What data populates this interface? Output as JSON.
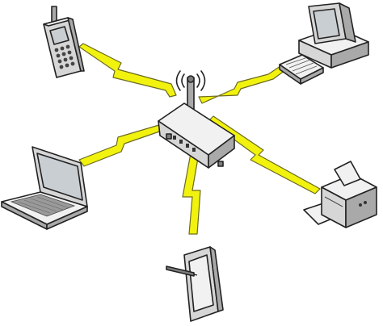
{
  "diagram": {
    "type": "wireless-network-star",
    "hub": {
      "name": "wireless-router",
      "icon": "router-icon"
    },
    "devices": [
      {
        "name": "cell-phone",
        "icon": "cell-phone-icon"
      },
      {
        "name": "desktop-computer",
        "icon": "desktop-computer-icon"
      },
      {
        "name": "laptop",
        "icon": "laptop-icon"
      },
      {
        "name": "printer",
        "icon": "printer-icon"
      },
      {
        "name": "tablet",
        "icon": "tablet-stylus-icon"
      }
    ],
    "links": [
      {
        "from": "wireless-router",
        "to": "cell-phone",
        "style": "lightning-bolt"
      },
      {
        "from": "wireless-router",
        "to": "desktop-computer",
        "style": "lightning-bolt"
      },
      {
        "from": "wireless-router",
        "to": "laptop",
        "style": "lightning-bolt"
      },
      {
        "from": "wireless-router",
        "to": "printer",
        "style": "lightning-bolt"
      },
      {
        "from": "wireless-router",
        "to": "tablet",
        "style": "lightning-bolt"
      }
    ],
    "colors": {
      "bolt": "#f2f20f",
      "bolt_outline": "#6b6b20",
      "device_body": "#e6e6e6",
      "outline": "#222222"
    }
  }
}
